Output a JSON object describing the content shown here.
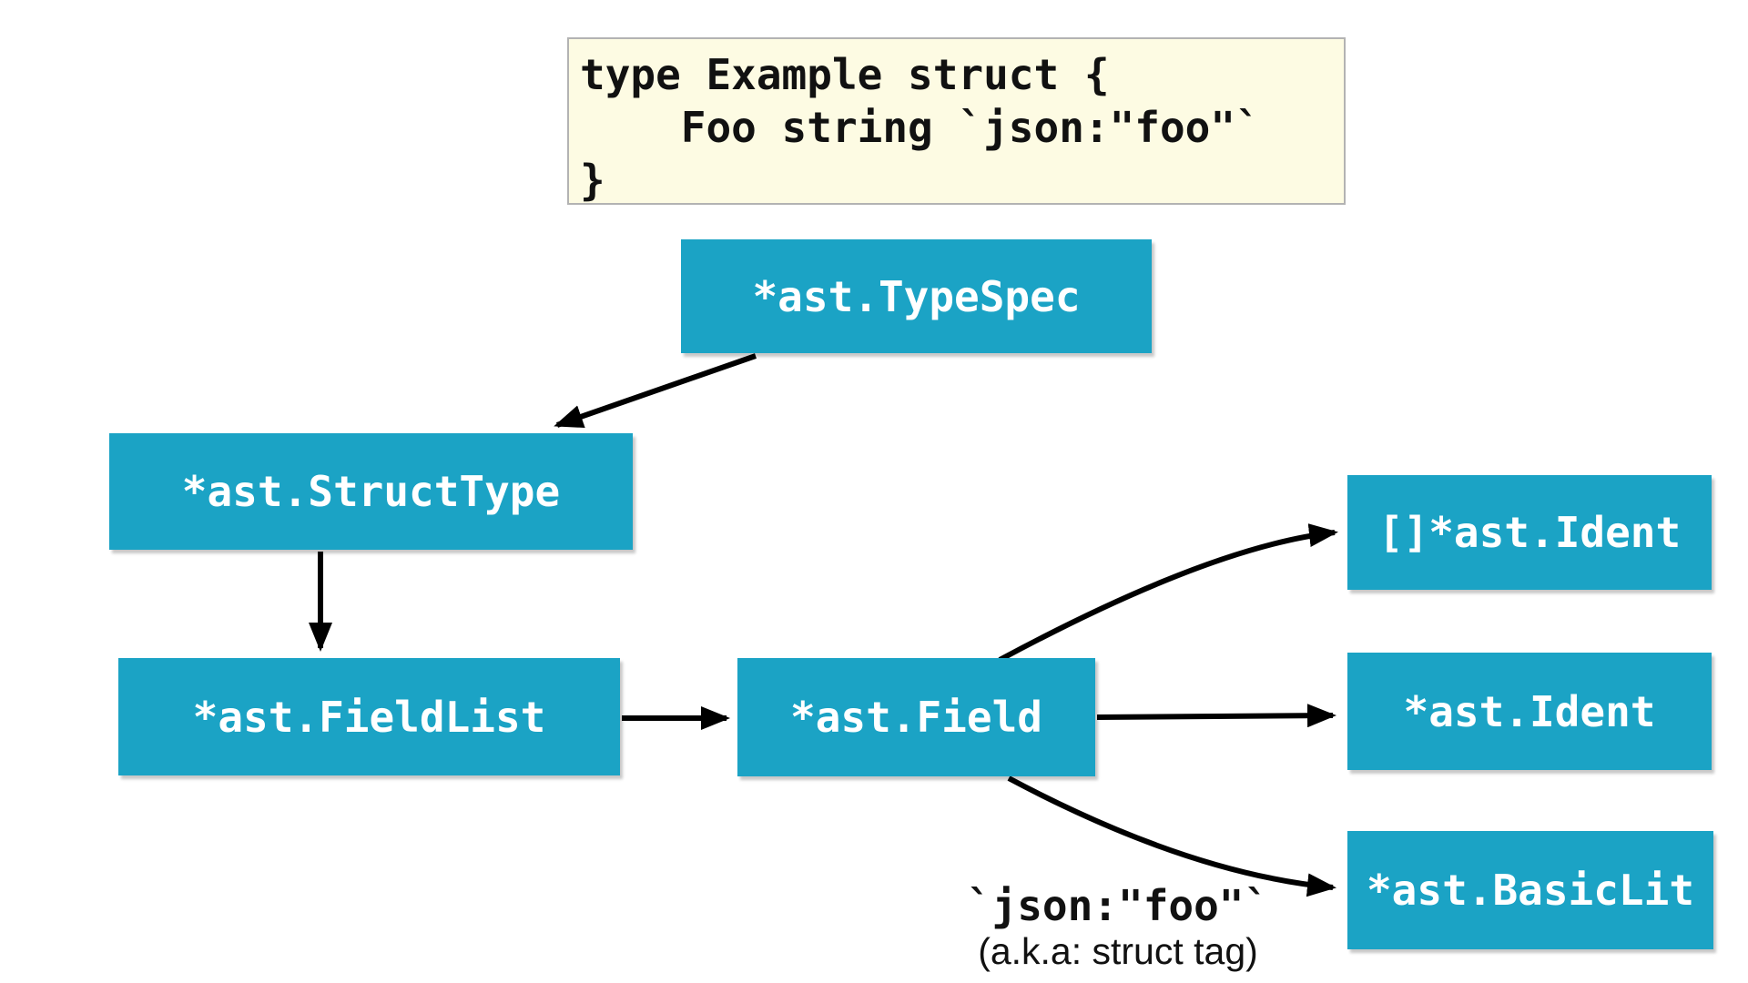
{
  "diagram": {
    "title_hint": "Go AST of a struct type declaration",
    "code_snippet": {
      "line1": "type Example struct {",
      "line2": "    Foo string `json:\"foo\"`",
      "line3": "}"
    },
    "nodes": [
      {
        "id": "typespec",
        "label": "*ast.TypeSpec"
      },
      {
        "id": "structtype",
        "label": "*ast.StructType"
      },
      {
        "id": "fieldlist",
        "label": "*ast.FieldList"
      },
      {
        "id": "field",
        "label": "*ast.Field"
      },
      {
        "id": "identlist",
        "label": "[]*ast.Ident"
      },
      {
        "id": "ident",
        "label": "*ast.Ident"
      },
      {
        "id": "basiclit",
        "label": "*ast.BasicLit"
      }
    ],
    "edges": [
      {
        "from": "typespec",
        "to": "structtype"
      },
      {
        "from": "structtype",
        "to": "fieldlist"
      },
      {
        "from": "fieldlist",
        "to": "field"
      },
      {
        "from": "field",
        "to": "identlist"
      },
      {
        "from": "field",
        "to": "ident"
      },
      {
        "from": "field",
        "to": "basiclit"
      }
    ],
    "annotation": {
      "tag": "`json:\"foo\"`",
      "subtitle": "(a.k.a: struct tag)"
    },
    "colors": {
      "node_fill": "#1BA3C5",
      "node_text": "#FFFFFF",
      "code_background": "#FDFBE3",
      "code_border": "#B3B3B3",
      "arrow": "#000000",
      "page_background": "#FFFFFF"
    }
  }
}
